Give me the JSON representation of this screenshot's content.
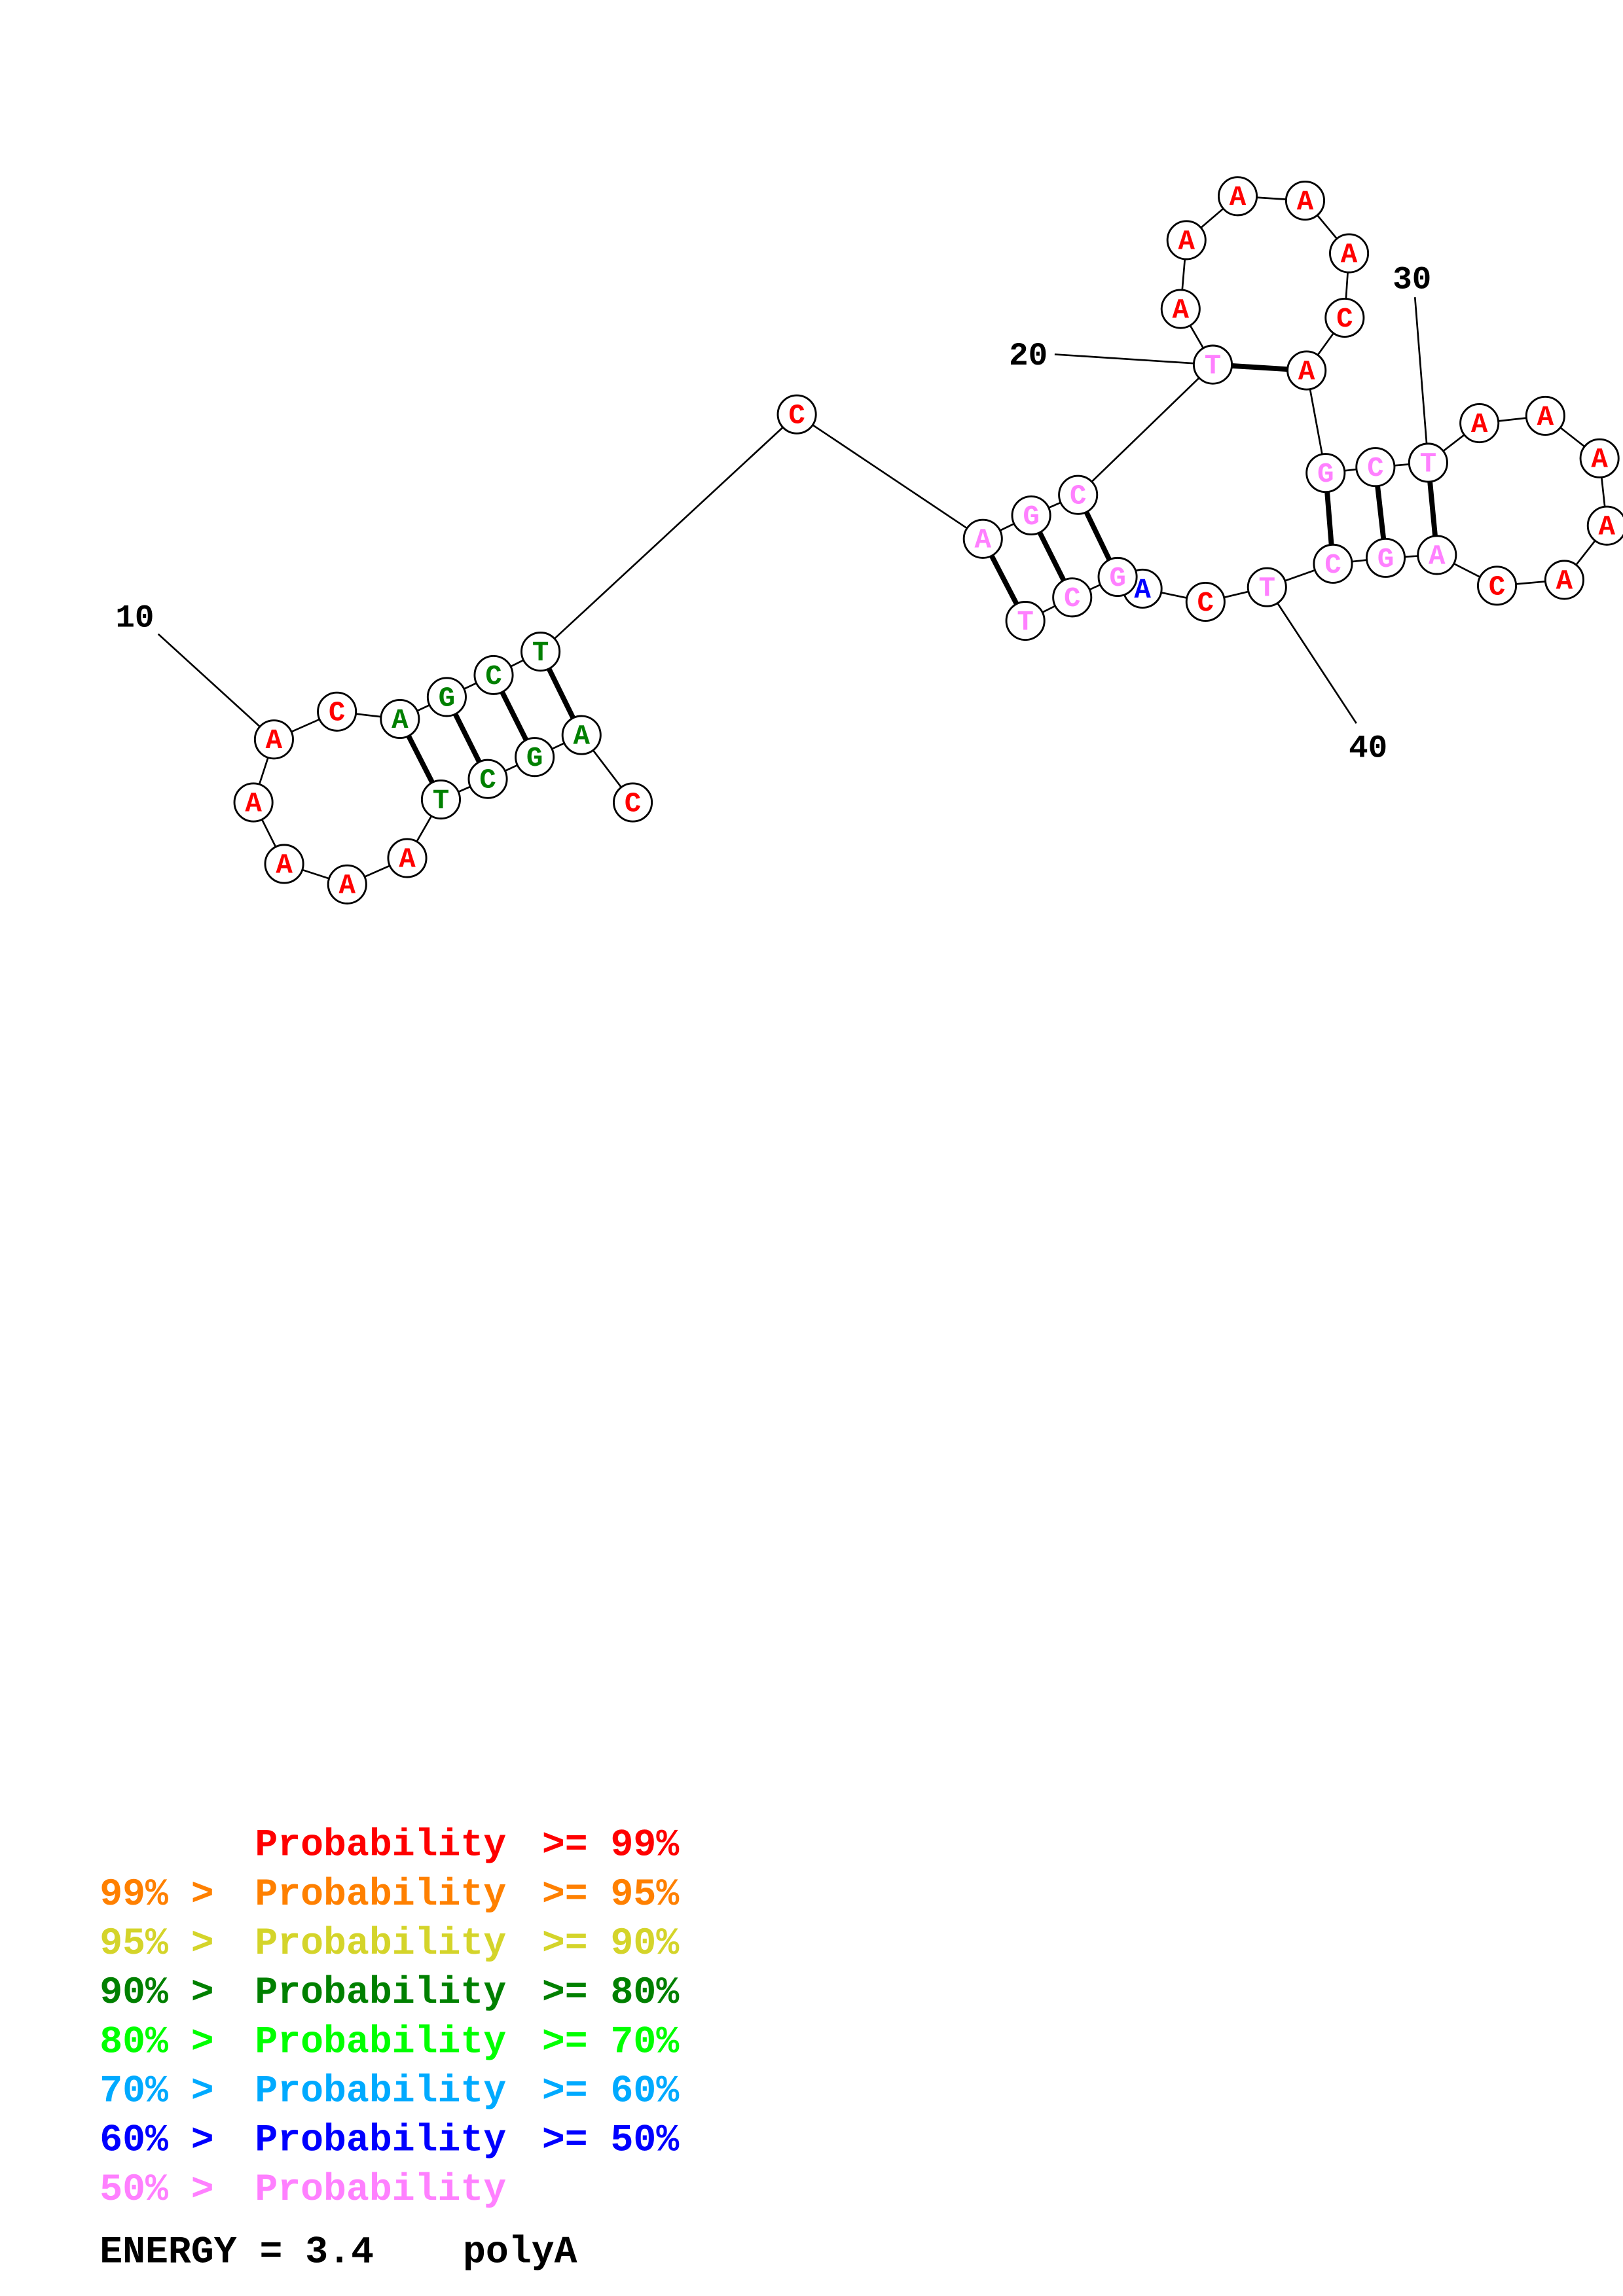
{
  "title": "polyA",
  "energy": {
    "label": "ENERGY = 3.4",
    "name": "polyA"
  },
  "sequence": [
    "C",
    "A",
    "G",
    "C",
    "T",
    "A",
    "A",
    "A",
    "A",
    "A",
    "C",
    "A",
    "G",
    "C",
    "T",
    "C",
    "A",
    "G",
    "C",
    "T",
    "A",
    "A",
    "A",
    "A",
    "A",
    "C",
    "A",
    "G",
    "C",
    "T",
    "A",
    "A",
    "A",
    "A",
    "A",
    "C",
    "A",
    "G",
    "C",
    "T",
    "C",
    "A",
    "G",
    "C",
    "T"
  ],
  "probability_bin": [
    0,
    3,
    3,
    3,
    3,
    0,
    0,
    0,
    0,
    0,
    0,
    3,
    3,
    3,
    3,
    0,
    7,
    7,
    7,
    7,
    0,
    0,
    0,
    0,
    0,
    0,
    0,
    7,
    7,
    7,
    0,
    0,
    0,
    0,
    0,
    0,
    7,
    7,
    7,
    7,
    0,
    6,
    7,
    7,
    7
  ],
  "base_pairs": [
    [
      2,
      15
    ],
    [
      3,
      14
    ],
    [
      4,
      13
    ],
    [
      5,
      12
    ],
    [
      17,
      45
    ],
    [
      18,
      44
    ],
    [
      19,
      43
    ],
    [
      20,
      27
    ],
    [
      28,
      39
    ],
    [
      29,
      38
    ],
    [
      30,
      37
    ]
  ],
  "position_labels": [
    {
      "index": 10,
      "text": "10"
    },
    {
      "index": 20,
      "text": "20"
    },
    {
      "index": 30,
      "text": "30"
    },
    {
      "index": 40,
      "text": "40"
    }
  ],
  "legend": [
    {
      "prefix": "",
      "middle": "Probability",
      "suffix": ">= 99%",
      "color": "#ff0000"
    },
    {
      "prefix": "99% >",
      "middle": "Probability",
      "suffix": ">= 95%",
      "color": "#ff8000"
    },
    {
      "prefix": "95% >",
      "middle": "Probability",
      "suffix": ">= 90%",
      "color": "#d4d42a"
    },
    {
      "prefix": "90% >",
      "middle": "Probability",
      "suffix": ">= 80%",
      "color": "#008000"
    },
    {
      "prefix": "80% >",
      "middle": "Probability",
      "suffix": ">= 70%",
      "color": "#00ff00"
    },
    {
      "prefix": "70% >",
      "middle": "Probability",
      "suffix": ">= 60%",
      "color": "#00aaff"
    },
    {
      "prefix": "60% >",
      "middle": "Probability",
      "suffix": ">= 50%",
      "color": "#0000ff"
    },
    {
      "prefix": "50% >",
      "middle": "Probability",
      "suffix": "",
      "color": "#ff80ff"
    }
  ]
}
